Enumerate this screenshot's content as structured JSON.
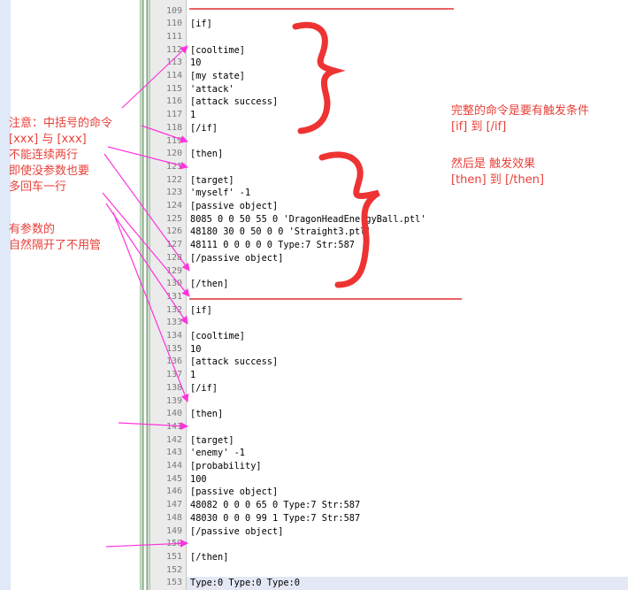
{
  "code_lines": [
    {
      "num": "109",
      "text": ""
    },
    {
      "num": "110",
      "text": "[if]"
    },
    {
      "num": "111",
      "text": ""
    },
    {
      "num": "112",
      "text": "[cooltime]"
    },
    {
      "num": "113",
      "text": "10"
    },
    {
      "num": "114",
      "text": "[my state]"
    },
    {
      "num": "115",
      "text": "'attack'"
    },
    {
      "num": "116",
      "text": "[attack success]"
    },
    {
      "num": "117",
      "text": "1"
    },
    {
      "num": "118",
      "text": "[/if]"
    },
    {
      "num": "119",
      "text": ""
    },
    {
      "num": "120",
      "text": "[then]"
    },
    {
      "num": "121",
      "text": ""
    },
    {
      "num": "122",
      "text": "[target]"
    },
    {
      "num": "123",
      "text": "'myself' -1"
    },
    {
      "num": "124",
      "text": "[passive object]"
    },
    {
      "num": "125",
      "text": "8085 0 0 50 55 0 'DragonHeadEnergyBall.ptl'"
    },
    {
      "num": "126",
      "text": "48180 30 0 50 0 0 'Straight3.ptl'"
    },
    {
      "num": "127",
      "text": "48111 0 0 0 0 0 Type:7 Str:587"
    },
    {
      "num": "128",
      "text": "[/passive object]"
    },
    {
      "num": "129",
      "text": ""
    },
    {
      "num": "130",
      "text": "[/then]"
    },
    {
      "num": "131",
      "text": ""
    },
    {
      "num": "132",
      "text": "[if]"
    },
    {
      "num": "133",
      "text": ""
    },
    {
      "num": "134",
      "text": "[cooltime]"
    },
    {
      "num": "135",
      "text": "10"
    },
    {
      "num": "136",
      "text": "[attack success]"
    },
    {
      "num": "137",
      "text": "1"
    },
    {
      "num": "138",
      "text": "[/if]"
    },
    {
      "num": "139",
      "text": ""
    },
    {
      "num": "140",
      "text": "[then]"
    },
    {
      "num": "141",
      "text": ""
    },
    {
      "num": "142",
      "text": "[target]"
    },
    {
      "num": "143",
      "text": "'enemy' -1"
    },
    {
      "num": "144",
      "text": "[probability]"
    },
    {
      "num": "145",
      "text": "100"
    },
    {
      "num": "146",
      "text": "[passive object]"
    },
    {
      "num": "147",
      "text": "48082 0 0 0 65 0 Type:7 Str:587"
    },
    {
      "num": "148",
      "text": "48030 0 0 0 99 1 Type:7 Str:587"
    },
    {
      "num": "149",
      "text": "[/passive object]"
    },
    {
      "num": "150",
      "text": ""
    },
    {
      "num": "151",
      "text": "[/then]"
    },
    {
      "num": "152",
      "text": ""
    },
    {
      "num": "153",
      "text": "Type:0 Type:0 Type:0"
    }
  ],
  "highlighted_line": "153",
  "annotations": {
    "left_note": [
      "注意：中括号的命令",
      "[xxx] 与 [xxx]",
      "不能连续两行",
      "即使没参数也要",
      "多回车一行"
    ],
    "left_note_2": [
      "有参数的",
      "自然隔开了不用管"
    ],
    "right_note": [
      "完整的命令是要有触发条件",
      "[if] 到 [/if]"
    ],
    "right_note_2": [
      "然后是 触发效果",
      "[then] 到 [/then]"
    ]
  },
  "colors": {
    "annotation_red": "#e8403a",
    "arrow_magenta": "#ff33dd",
    "separator_red": "#e03030",
    "gutter_bg": "#ebebeb",
    "highlight_bg": "#e4e8f4"
  }
}
